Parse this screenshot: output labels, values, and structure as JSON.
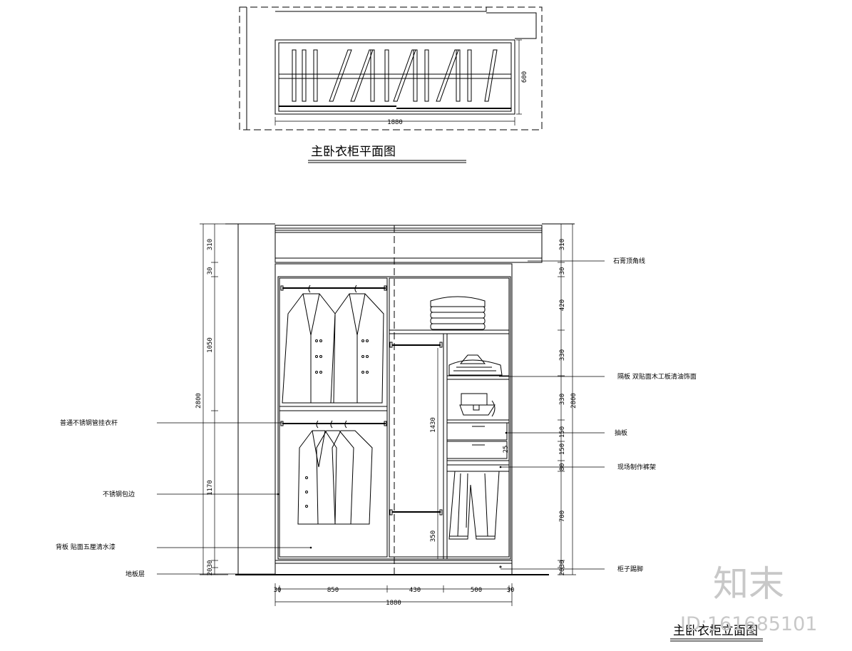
{
  "plan": {
    "title": "主卧衣柜平面图",
    "width_dim": "1880",
    "depth_dim": "600"
  },
  "elevation": {
    "title": "主卧衣柜立面图",
    "left_dims": [
      "310",
      "30",
      "1050",
      "2800",
      "1170",
      "30",
      "20"
    ],
    "right_dims": [
      "310",
      "30",
      "420",
      "330",
      "330",
      "2800",
      "150",
      "150",
      "80",
      "700",
      "30",
      "20"
    ],
    "inner_dims": [
      "1430",
      "350",
      "25"
    ],
    "bottom_dims": [
      "30",
      "850",
      "430",
      "500",
      "30"
    ],
    "total_width": "1880"
  },
  "annotations": {
    "left": [
      "普通不锈钢管挂衣杆",
      "不锈钢包边",
      "背板  贴面五厘清水漆",
      "地板层"
    ],
    "right": [
      "石膏顶角线",
      "隔板  双贴面木工板清油饰面",
      "抽板",
      "现场制作裤架",
      "柜子踢脚"
    ]
  },
  "watermark": {
    "brand": "知末",
    "id_text": "ID:161685101"
  }
}
